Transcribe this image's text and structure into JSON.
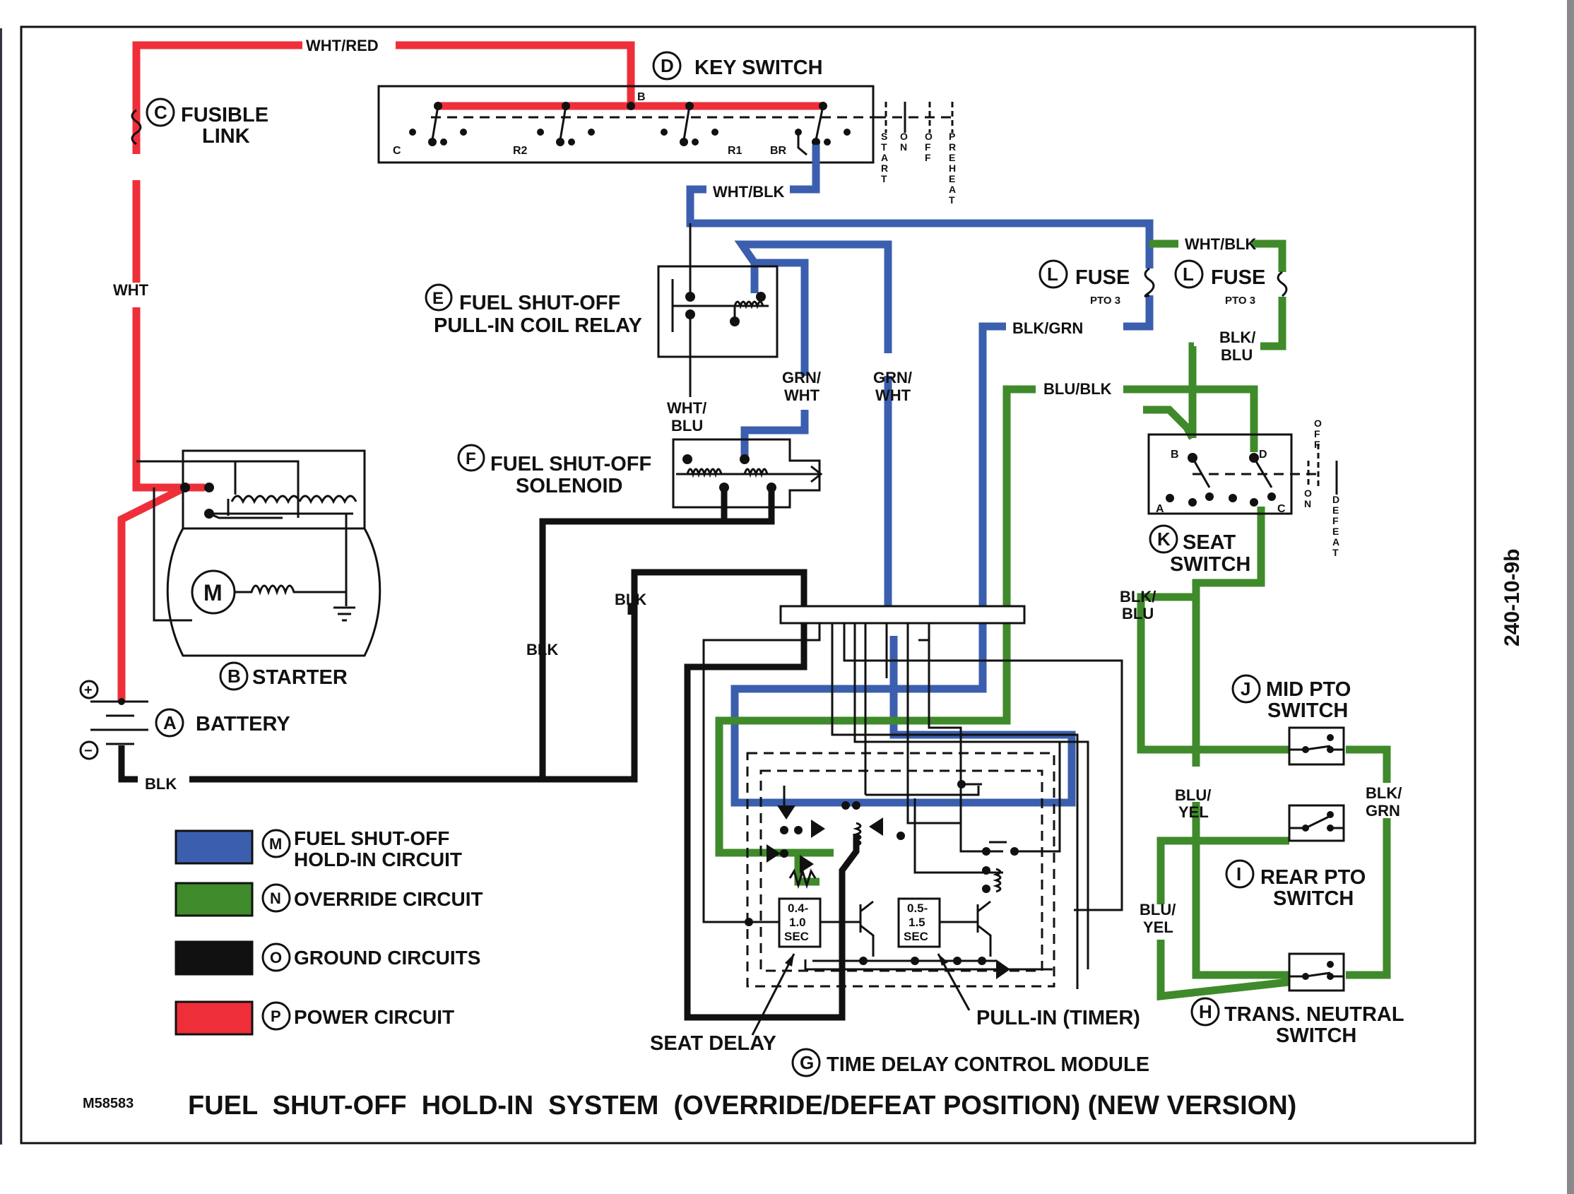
{
  "figure_id": "M58583",
  "side_code": "240-10-9b",
  "title": "FUEL  SHUT-OFF  HOLD-IN  SYSTEM  (OVERRIDE/DEFEAT POSITION) (NEW VERSION)",
  "components": {
    "A": {
      "letter": "A",
      "name": "BATTERY"
    },
    "B": {
      "letter": "B",
      "name": "STARTER",
      "motor_symbol": "M"
    },
    "C": {
      "letter": "C",
      "name_line1": "FUSIBLE",
      "name_line2": "LINK"
    },
    "D": {
      "letter": "D",
      "name": "KEY SWITCH",
      "terminals": [
        "C",
        "R2",
        "B",
        "R1",
        "BR"
      ],
      "positions": [
        "START",
        "ON",
        "OFF",
        "PREHEAT"
      ]
    },
    "E": {
      "letter": "E",
      "name_line1": "FUEL SHUT-OFF",
      "name_line2": "PULL-IN COIL RELAY"
    },
    "F": {
      "letter": "F",
      "name_line1": "FUEL SHUT-OFF",
      "name_line2": "SOLENOID"
    },
    "G": {
      "letter": "G",
      "name": "TIME DELAY CONTROL MODULE",
      "timer1": [
        "0.4-",
        "1.0",
        "SEC"
      ],
      "timer2": [
        "0.5-",
        "1.5",
        "SEC"
      ],
      "seat_delay": "SEAT DELAY",
      "pull_in": "PULL-IN (TIMER)"
    },
    "H": {
      "letter": "H",
      "name_line1": "TRANS. NEUTRAL",
      "name_line2": "SWITCH"
    },
    "I": {
      "letter": "I",
      "name_line1": "REAR PTO",
      "name_line2": "SWITCH"
    },
    "J": {
      "letter": "J",
      "name_line1": "MID PTO",
      "name_line2": "SWITCH"
    },
    "K": {
      "letter": "K",
      "name_line1": "SEAT",
      "name_line2": "SWITCH",
      "terminals": [
        "B",
        "D",
        "A",
        "C"
      ],
      "positions": [
        "OFF",
        "ON",
        "DEFEAT"
      ]
    },
    "L1": {
      "letter": "L",
      "name": "FUSE",
      "sub": "PTO 3"
    },
    "L2": {
      "letter": "L",
      "name": "FUSE",
      "sub": "PTO 3"
    }
  },
  "wire_labels": {
    "wht_red": "WHT/RED",
    "wht": "WHT",
    "wht_blk_1": "WHT/BLK",
    "wht_blk_2": "WHT/BLK",
    "blk_grn_1": "BLK/GRN",
    "grn_wht_1": [
      "GRN/",
      "WHT"
    ],
    "grn_wht_2": [
      "GRN/",
      "WHT"
    ],
    "wht_blu": [
      "WHT/",
      "BLU"
    ],
    "blk_blu_1": [
      "BLK/",
      "BLU"
    ],
    "blk_blu_2": [
      "BLK/",
      "BLU"
    ],
    "blu_blk": "BLU/BLK",
    "blu_yel_1": [
      "BLU/",
      "YEL"
    ],
    "blu_yel_2": [
      "BLU/",
      "YEL"
    ],
    "blk_grn_2": [
      "BLK/",
      "GRN"
    ],
    "blk_1": "BLK",
    "blk_2": "BLK",
    "blk_3": "BLK",
    "plus": "+",
    "minus": "−"
  },
  "legend": [
    {
      "letter": "M",
      "line1": "FUEL SHUT-OFF",
      "line2": "HOLD-IN CIRCUIT",
      "color": "#3b5fae"
    },
    {
      "letter": "N",
      "line1": "OVERRIDE CIRCUIT",
      "line2": "",
      "color": "#3f8a2a"
    },
    {
      "letter": "O",
      "line1": "GROUND CIRCUITS",
      "line2": "",
      "color": "#111111"
    },
    {
      "letter": "P",
      "line1": "POWER CIRCUIT",
      "line2": "",
      "color": "#ee2f3a"
    }
  ],
  "colors": {
    "power": "#ee2f3a",
    "hold_in": "#3b5fae",
    "override": "#3f8a2a",
    "ground": "#111111"
  }
}
